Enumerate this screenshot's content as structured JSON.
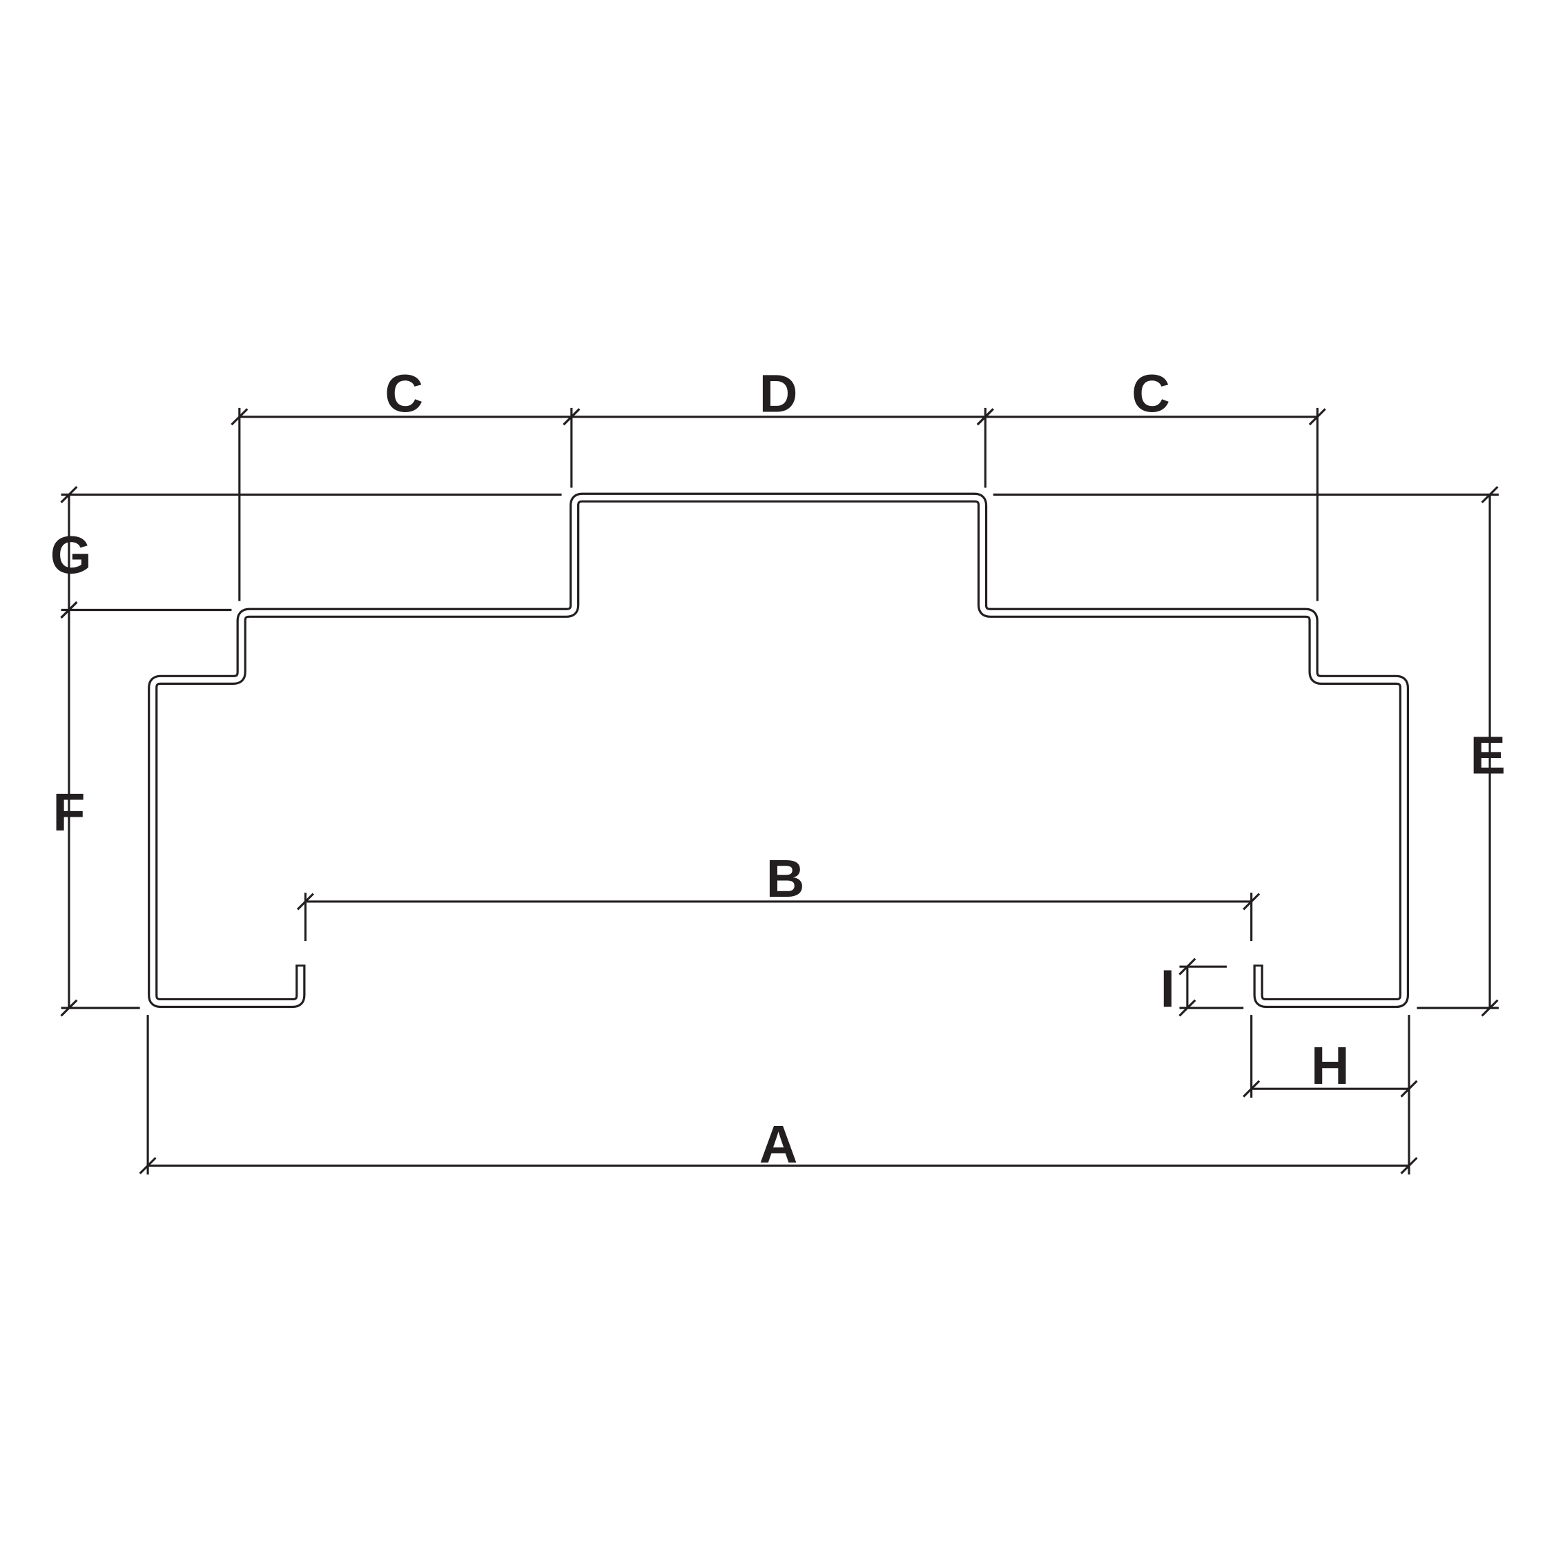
{
  "diagram": {
    "colors": {
      "line": "#231f20",
      "background": "#ffffff"
    },
    "labels": {
      "A": "A",
      "B": "B",
      "C_left": "C",
      "D": "D",
      "C_right": "C",
      "E": "E",
      "F": "F",
      "G": "G",
      "H": "H",
      "I": "I"
    }
  }
}
